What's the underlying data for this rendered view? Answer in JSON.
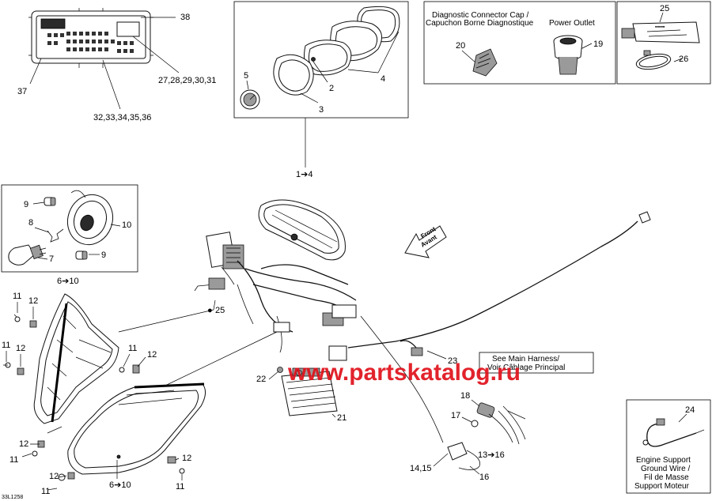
{
  "callouts": {
    "c38": "38",
    "c37": "37",
    "c27_31": "27,28,29,30,31",
    "c32_36": "32,33,34,35,36",
    "c5": "5",
    "c2": "2",
    "c3": "3",
    "c4": "4",
    "c1_4": "1➔4",
    "c20": "20",
    "c19": "19",
    "c25_top": "25",
    "c26": "26",
    "c9a": "9",
    "c10": "10",
    "c8": "8",
    "c7": "7",
    "c9b": "9",
    "c6_10a": "6➔10",
    "c11a": "11",
    "c12a": "12",
    "c11b": "11",
    "c12b": "12",
    "c11c": "11",
    "c12c": "12",
    "c25_mid": "25",
    "c22": "22",
    "c21": "21",
    "c23": "23",
    "c18": "18",
    "c17": "17",
    "c13_16": "13➔16",
    "c14_15": "14,15",
    "c16": "16",
    "c12d": "12",
    "c11d": "11",
    "c12e": "12",
    "c11e": "11",
    "c12f": "12",
    "c11f": "11",
    "c6_10b": "6➔10",
    "c24": "24"
  },
  "texts": {
    "diag_cap_line1": "Diagnostic Connector Cap /",
    "diag_cap_line2": "Capuchon Borne Diagnostique",
    "power_outlet": "Power Outlet",
    "see_main_line1": "See Main Harness/",
    "see_main_line2": "Voir Câblage Principal",
    "front_line1": "Front",
    "front_line2": "Avant",
    "ground_line1": "Engine Support",
    "ground_line2": "Ground Wire /",
    "ground_line3": "Fil de Masse",
    "ground_line4": "Support Moteur",
    "drawing_id": "33L1258",
    "watermark": "www.partskatalog.ru"
  },
  "colors": {
    "watermark": "#e0101a",
    "ink": "#000000",
    "background": "#ffffff"
  },
  "icons": {
    "arrow_glyph": "➔",
    "front_arrow": "front-direction-arrow",
    "tube": "grease-tube-icon",
    "clamp": "hose-clamp-icon"
  }
}
